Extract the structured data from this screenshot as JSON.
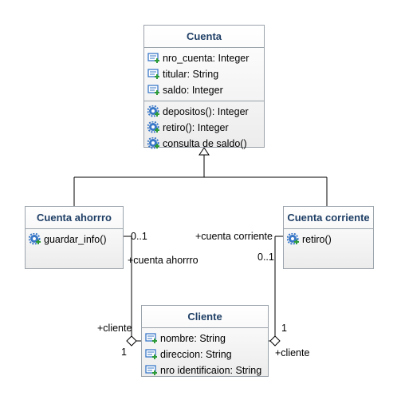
{
  "classes": {
    "cuenta": {
      "name": "Cuenta",
      "attributes": [
        "nro_cuenta: Integer",
        "titular: String",
        "saldo: Integer"
      ],
      "operations": [
        "depositos(): Integer",
        "retiro(): Integer",
        "consulta de saldo()"
      ]
    },
    "ahorro": {
      "name": "Cuenta ahorrro",
      "operations": [
        "guardar_info()"
      ]
    },
    "corriente": {
      "name": "Cuenta corriente",
      "operations": [
        "retiro()"
      ]
    },
    "cliente": {
      "name": "Cliente",
      "attributes": [
        "nombre: String",
        "direccion: String",
        "nro identificaion: String"
      ]
    }
  },
  "associations": {
    "ahorro_cliente": {
      "mult_ahorro": "0..1",
      "role_ahorro": "+cuenta ahorrro",
      "role_cliente": "+cliente",
      "mult_cliente": "1"
    },
    "corriente_cliente": {
      "role_corriente": "+cuenta corriente",
      "mult_corriente": "0..1",
      "mult_cliente": "1",
      "role_cliente": "+cliente"
    }
  },
  "icons": {
    "attribute": "attribute-icon",
    "operation": "operation-gear-icon"
  },
  "colors": {
    "title": "#1f3f66",
    "border": "#9ba3ab",
    "icon_blue": "#3a78c8",
    "icon_green": "#2e9b3a"
  }
}
